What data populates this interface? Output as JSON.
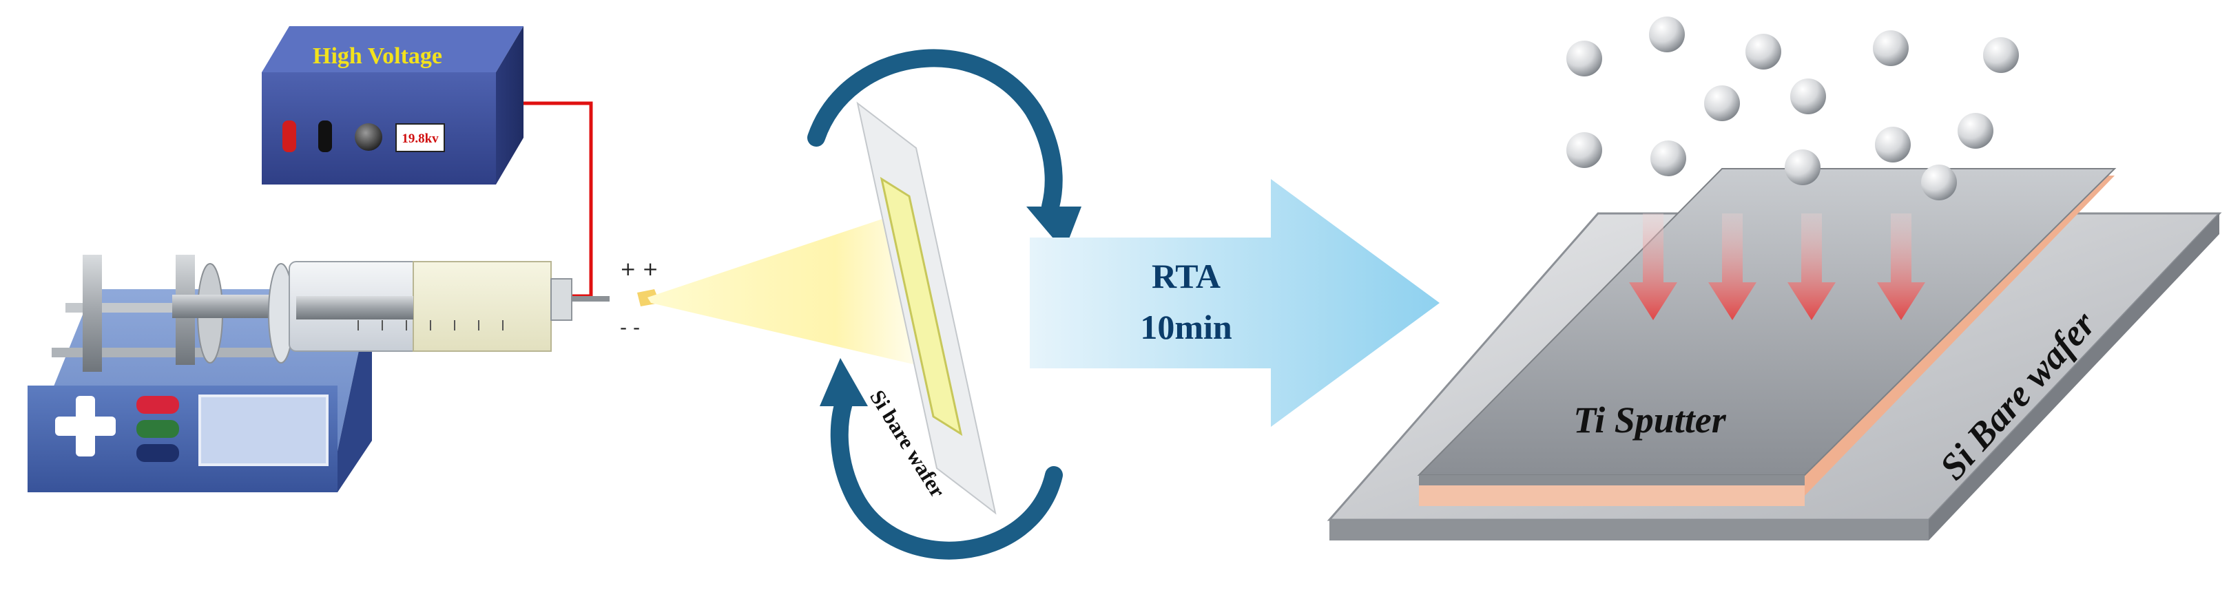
{
  "power_supply": {
    "title": "High Voltage",
    "readout": "19.8kv"
  },
  "spin": {
    "wafer_label": "Si bare wafer"
  },
  "process_arrow": {
    "line1": "RTA",
    "line2": "10min"
  },
  "sputter": {
    "layer_label": "Ti Sputter",
    "substrate_label": "Si Bare wafer"
  },
  "colors": {
    "box_blue": "#3d4f9a",
    "pump_blue": "#4f6fb0",
    "wire_red": "#e01010",
    "arrow_teal": "#1b5d86",
    "rta_text": "#0b3c6a",
    "title_yellow": "#f2e21c",
    "copper": "#f0b090",
    "sputter_arrow": "#e85555"
  }
}
